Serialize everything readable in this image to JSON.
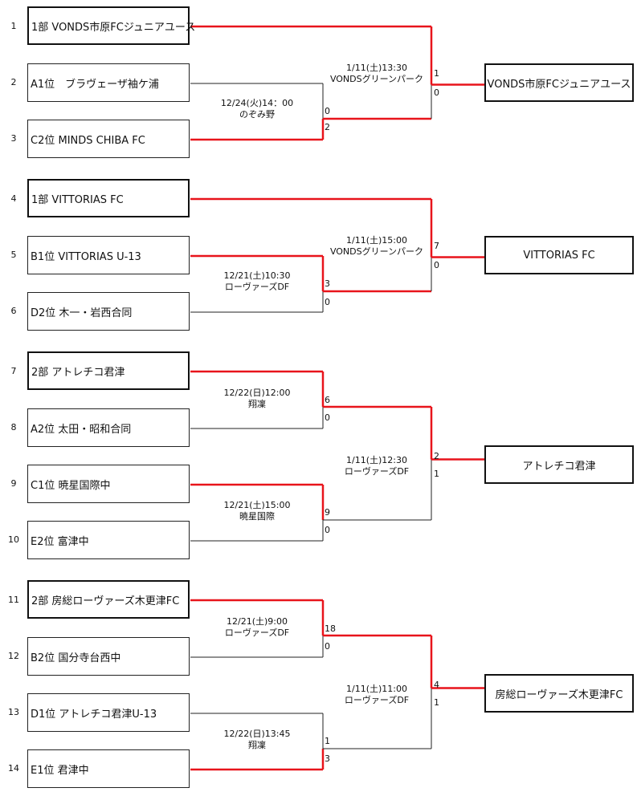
{
  "blocks": [
    {
      "teams": [
        {
          "seed": "1",
          "label": "1部 VONDS市原FCジュニアユース",
          "seeded": true
        },
        {
          "seed": "2",
          "label": "A1位　ブラヴェーザ袖ケ浦",
          "seeded": false
        },
        {
          "seed": "3",
          "label": "C2位 MINDS CHIBA FC",
          "seeded": false
        }
      ],
      "first_round": {
        "date": "12/24(火)14：00",
        "venue": "のぞみ野",
        "score_top": "0",
        "score_bottom": "2",
        "winner": "bottom"
      },
      "final": {
        "date": "1/11(土)13:30",
        "venue": "VONDSグリーンパーク",
        "score_top": "1",
        "score_bottom": "0",
        "winner": "top"
      },
      "winner": "VONDS市原FCジュニアユース"
    },
    {
      "teams": [
        {
          "seed": "4",
          "label": "1部 VITTORIAS FC",
          "seeded": true
        },
        {
          "seed": "5",
          "label": "B1位 VITTORIAS U-13",
          "seeded": false
        },
        {
          "seed": "6",
          "label": "D2位 木一・岩西合同",
          "seeded": false
        }
      ],
      "first_round": {
        "date": "12/21(土)10:30",
        "venue": "ローヴァーズDF",
        "score_top": "3",
        "score_bottom": "0",
        "winner": "top"
      },
      "final": {
        "date": "1/11(土)15:00",
        "venue": "VONDSグリーンパーク",
        "score_top": "7",
        "score_bottom": "0",
        "winner": "top"
      },
      "winner": "VITTORIAS FC"
    },
    {
      "teams": [
        {
          "seed": "7",
          "label": "2部 アトレチコ君津",
          "seeded": true
        },
        {
          "seed": "8",
          "label": "A2位 太田・昭和合同",
          "seeded": false
        },
        {
          "seed": "9",
          "label": "C1位 暁星国際中",
          "seeded": false
        },
        {
          "seed": "10",
          "label": "E2位 富津中",
          "seeded": false
        }
      ],
      "match_a": {
        "date": "12/22(日)12:00",
        "venue": "翔凜",
        "score_top": "6",
        "score_bottom": "0",
        "winner": "top"
      },
      "match_b": {
        "date": "12/21(土)15:00",
        "venue": "暁星国際",
        "score_top": "9",
        "score_bottom": "0",
        "winner": "top"
      },
      "final": {
        "date": "1/11(土)12:30",
        "venue": "ローヴァーズDF",
        "score_top": "2",
        "score_bottom": "1",
        "winner": "top"
      },
      "winner": "アトレチコ君津"
    },
    {
      "teams": [
        {
          "seed": "11",
          "label": "2部 房総ローヴァーズ木更津FC",
          "seeded": true
        },
        {
          "seed": "12",
          "label": "B2位 国分寺台西中",
          "seeded": false
        },
        {
          "seed": "13",
          "label": "D1位 アトレチコ君津U-13",
          "seeded": false
        },
        {
          "seed": "14",
          "label": "E1位 君津中",
          "seeded": false
        }
      ],
      "match_a": {
        "date": "12/21(土)9:00",
        "venue": "ローヴァーズDF",
        "score_top": "18",
        "score_bottom": "0",
        "winner": "top"
      },
      "match_b": {
        "date": "12/22(日)13:45",
        "venue": "翔凜",
        "score_top": "1",
        "score_bottom": "3",
        "winner": "bottom"
      },
      "final": {
        "date": "1/11(土)11:00",
        "venue": "ローヴァーズDF",
        "score_top": "4",
        "score_bottom": "1",
        "winner": "top"
      },
      "winner": "房総ローヴァーズ木更津FC"
    }
  ],
  "colors": {
    "winner_line": "#e8141b",
    "loser_line": "#222222"
  }
}
